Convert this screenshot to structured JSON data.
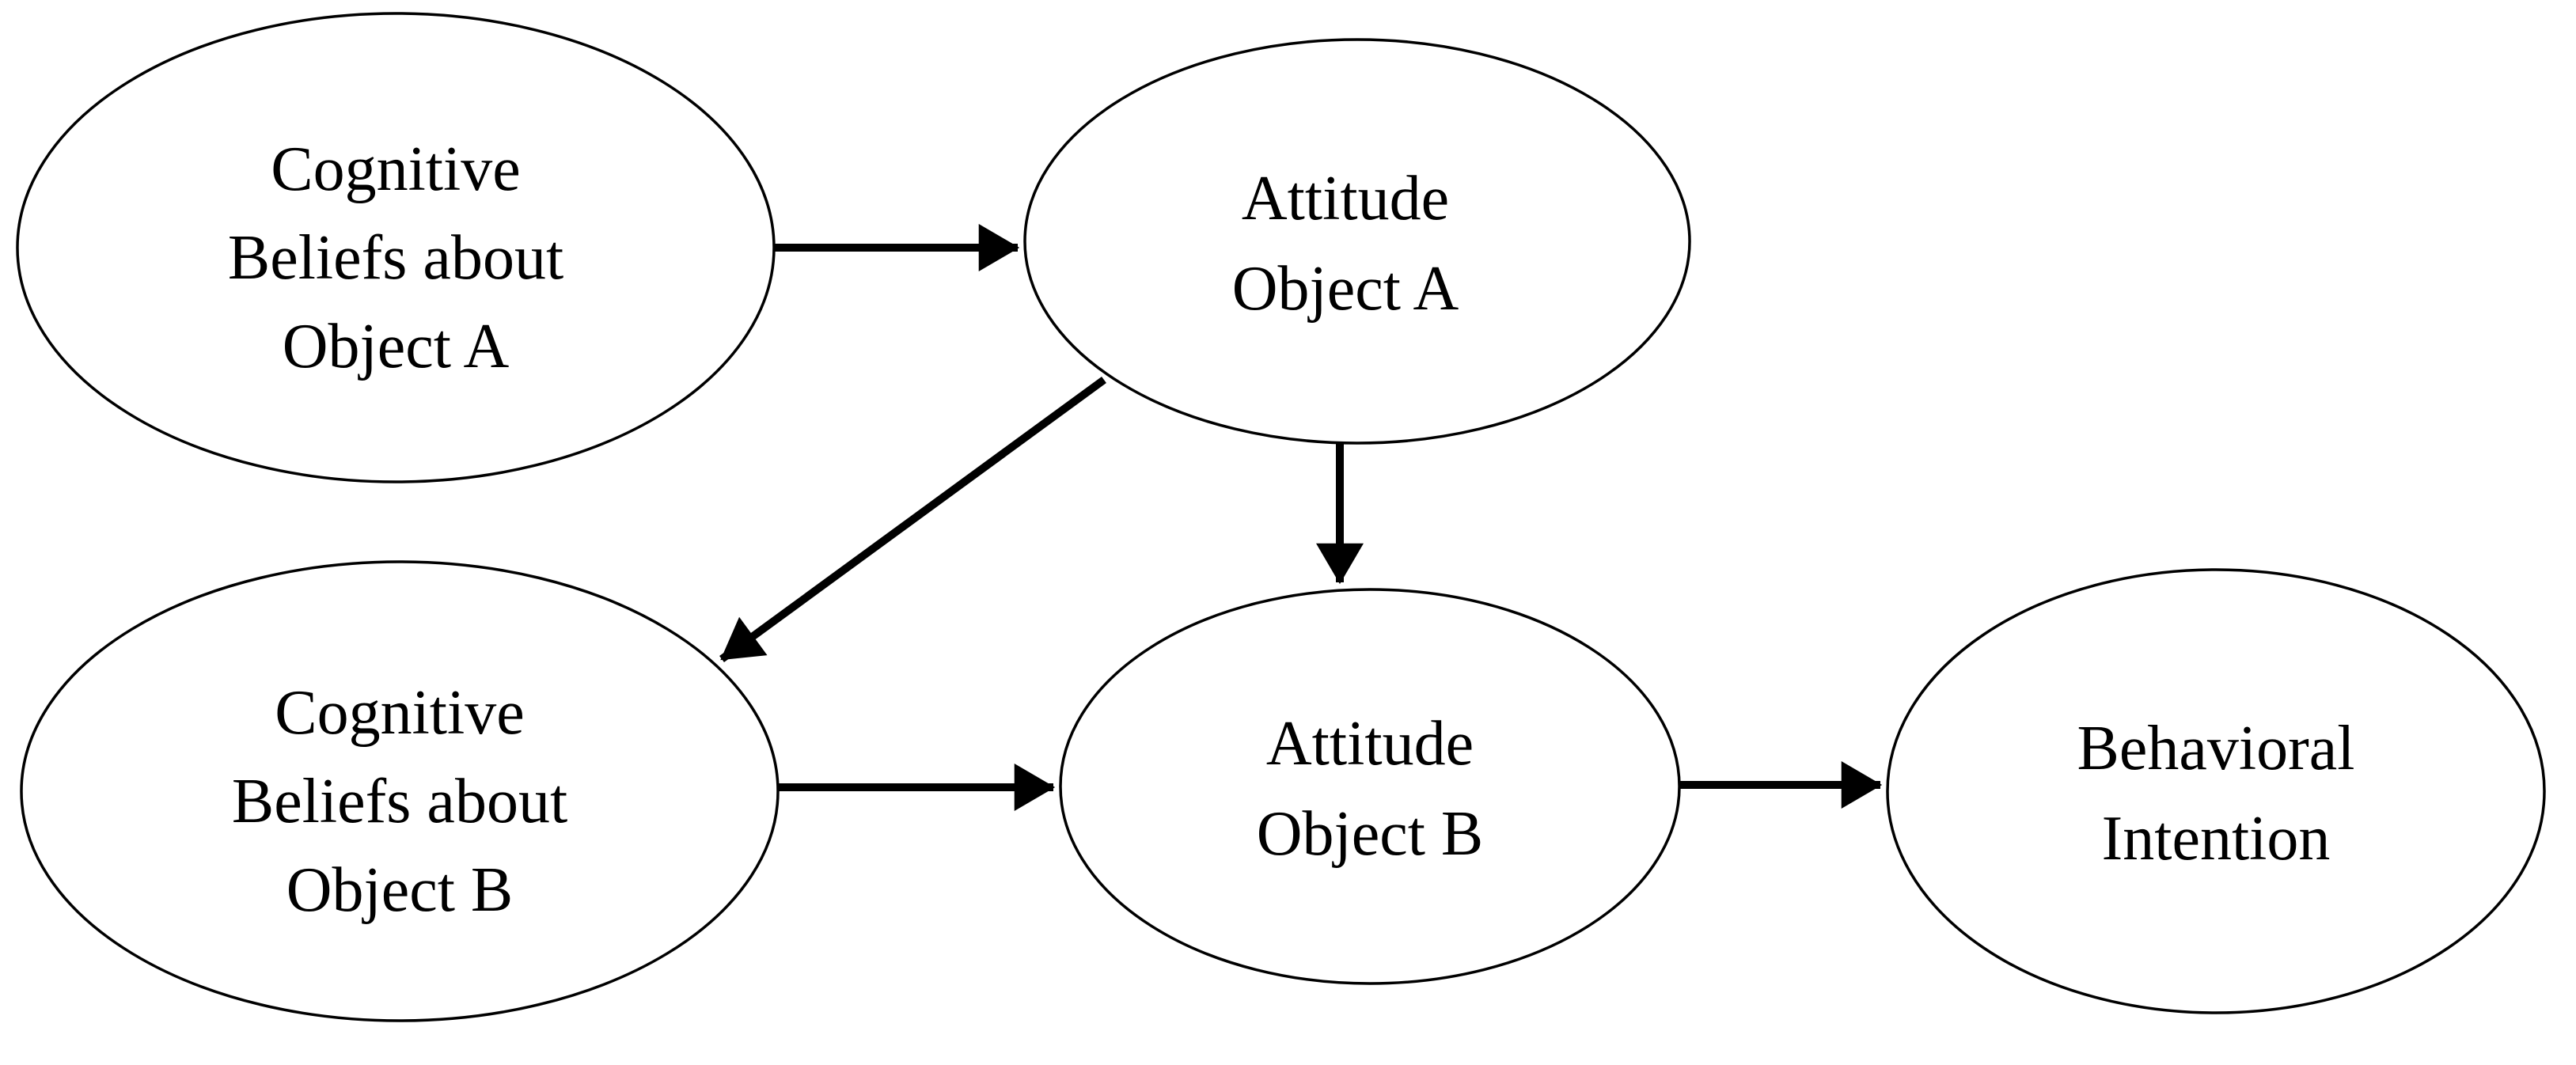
{
  "diagram": {
    "colors": {
      "background": "#ffffff",
      "stroke": "#000000",
      "text": "#000000"
    },
    "nodes": [
      {
        "id": "cognitive-beliefs-object-a",
        "lines": [
          "Cognitive",
          "Beliefs about",
          "Object A"
        ]
      },
      {
        "id": "attitude-object-a",
        "lines": [
          "Attitude",
          "Object A"
        ]
      },
      {
        "id": "cognitive-beliefs-object-b",
        "lines": [
          "Cognitive",
          "Beliefs about",
          "Object B"
        ]
      },
      {
        "id": "attitude-object-b",
        "lines": [
          "Attitude",
          "Object B"
        ]
      },
      {
        "id": "behavioral-intention",
        "lines": [
          "Behavioral",
          "Intention"
        ]
      }
    ],
    "edges": [
      {
        "from": "cognitive-beliefs-object-a",
        "to": "attitude-object-a"
      },
      {
        "from": "attitude-object-a",
        "to": "cognitive-beliefs-object-b"
      },
      {
        "from": "attitude-object-a",
        "to": "attitude-object-b"
      },
      {
        "from": "cognitive-beliefs-object-b",
        "to": "attitude-object-b"
      },
      {
        "from": "attitude-object-b",
        "to": "behavioral-intention"
      }
    ]
  }
}
